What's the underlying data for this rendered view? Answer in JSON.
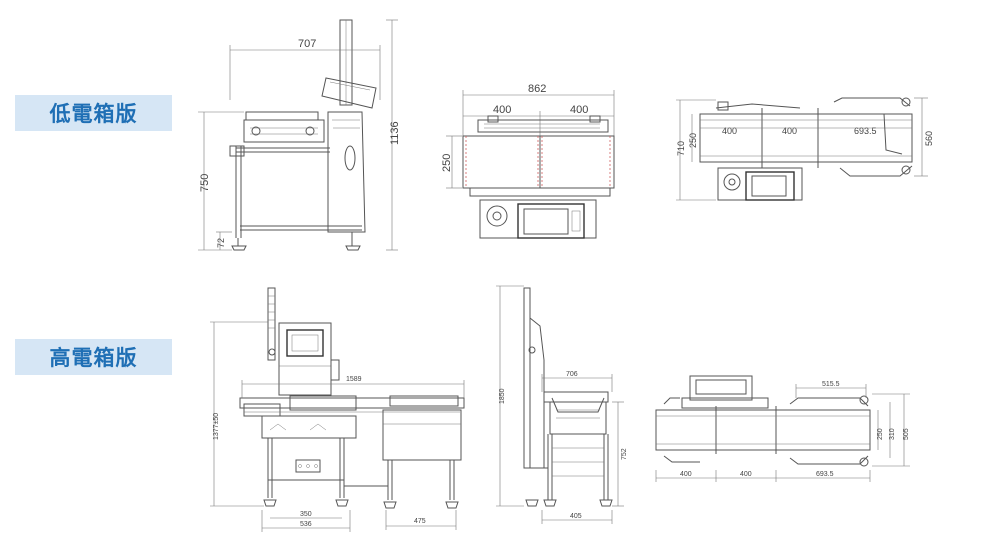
{
  "labels": {
    "low_box": "低電箱版",
    "high_box": "高電箱版"
  },
  "low_side": {
    "width": "707",
    "height_total": "1136",
    "height_table": "750",
    "foot": "72"
  },
  "low_front": {
    "width": "862",
    "seg1": "400",
    "seg2": "400",
    "height": "250"
  },
  "low_top": {
    "seg1": "400",
    "seg2": "400",
    "seg3": "693.5",
    "h_outer": "710",
    "h_inner": "250",
    "h_right": "560"
  },
  "high_front": {
    "width": "1589",
    "height": "1377±50",
    "foot1": "350",
    "foot2": "536",
    "right": "475"
  },
  "high_side": {
    "width": "706",
    "height": "1850",
    "table": "752",
    "base": "405"
  },
  "high_top": {
    "top": "515.5",
    "seg1": "400",
    "seg2": "400",
    "seg3": "693.5",
    "h_inner": "250",
    "h_mid": "310",
    "h_outer": "505"
  },
  "colors": {
    "label_bg": "#d6e6f5",
    "label_text": "#1f6fb5"
  }
}
